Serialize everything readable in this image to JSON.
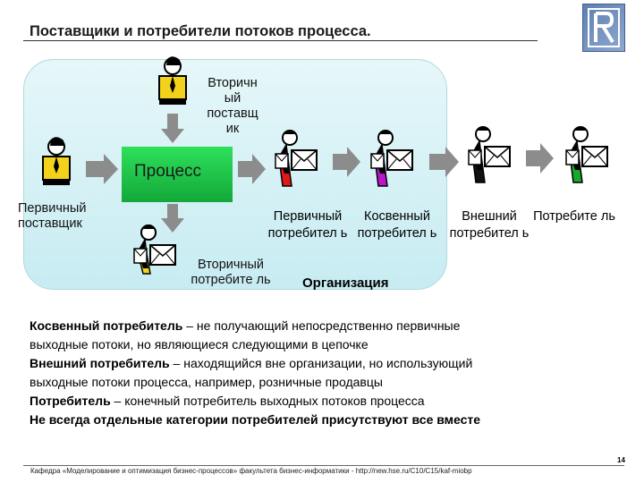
{
  "title": "Поставщики и потребители потоков процесса.",
  "process_label": "Процесс",
  "suppliers": {
    "secondary_label": "Вторичн ый поставщ ик",
    "primary_label": "Первичный поставщик"
  },
  "secondary_consumer_label": "Вторичный потребите ль",
  "consumers": [
    {
      "label": "Первичный потребител ь",
      "color": "#e01818"
    },
    {
      "label": "Косвенный потребител ь",
      "color": "#b818c8"
    },
    {
      "label": "Внешний потребител ь",
      "color": "#111111"
    },
    {
      "label": "Потребите ль",
      "color": "#1aa82c"
    }
  ],
  "organization_label": "Организация",
  "definitions": [
    {
      "term": "Косвенный потребитель",
      "text": " – не получающий непосредственно первичные"
    },
    {
      "term": "",
      "text": "выходные потоки, но являющиеся следующими в цепочке"
    },
    {
      "term": "Внешний потребитель",
      "text": " – находящийся вне организации, но использующий"
    },
    {
      "term": "",
      "text": "выходные потоки процесса, например, розничные продавцы"
    },
    {
      "term": "Потребитель",
      "text": " – конечный потребитель выходных потоков процесса"
    },
    {
      "term": "Не всегда отдельные категории потребителей присутствуют все вместе",
      "text": ""
    }
  ],
  "footer": "Кафедра «Моделирование и оптимизация бизнес-процессов» факультета бизнес-информатики - http://new.hse.ru/C10/C15/kaf-miobp",
  "page_number": "14",
  "colors": {
    "process": "#1fc84a",
    "arrow": "#8c8c8c",
    "figure_yellow": "#f2d21a"
  }
}
